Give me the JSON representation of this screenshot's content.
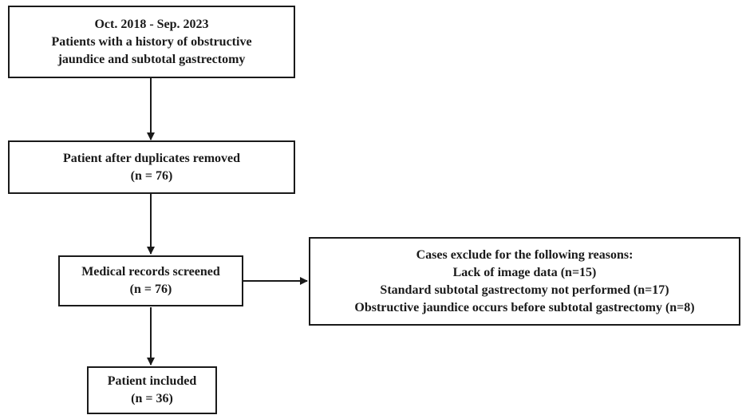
{
  "flowchart": {
    "box_start": {
      "lines": [
        "Oct. 2018 - Sep. 2023",
        "Patients with a history of obstructive",
        "jaundice and subtotal gastrectomy"
      ]
    },
    "box_duplicates_removed": {
      "lines": [
        "Patient after duplicates removed",
        "(n = 76)"
      ]
    },
    "box_records_screened": {
      "lines": [
        "Medical records screened",
        "(n = 76)"
      ]
    },
    "box_excluded": {
      "lines": [
        "Cases exclude for the following reasons:",
        "Lack of image data (n=15)",
        "Standard subtotal gastrectomy not performed (n=17)",
        "Obstructive jaundice occurs before subtotal gastrectomy (n=8)"
      ]
    },
    "box_included": {
      "lines": [
        "Patient included",
        "(n = 36)"
      ]
    }
  }
}
